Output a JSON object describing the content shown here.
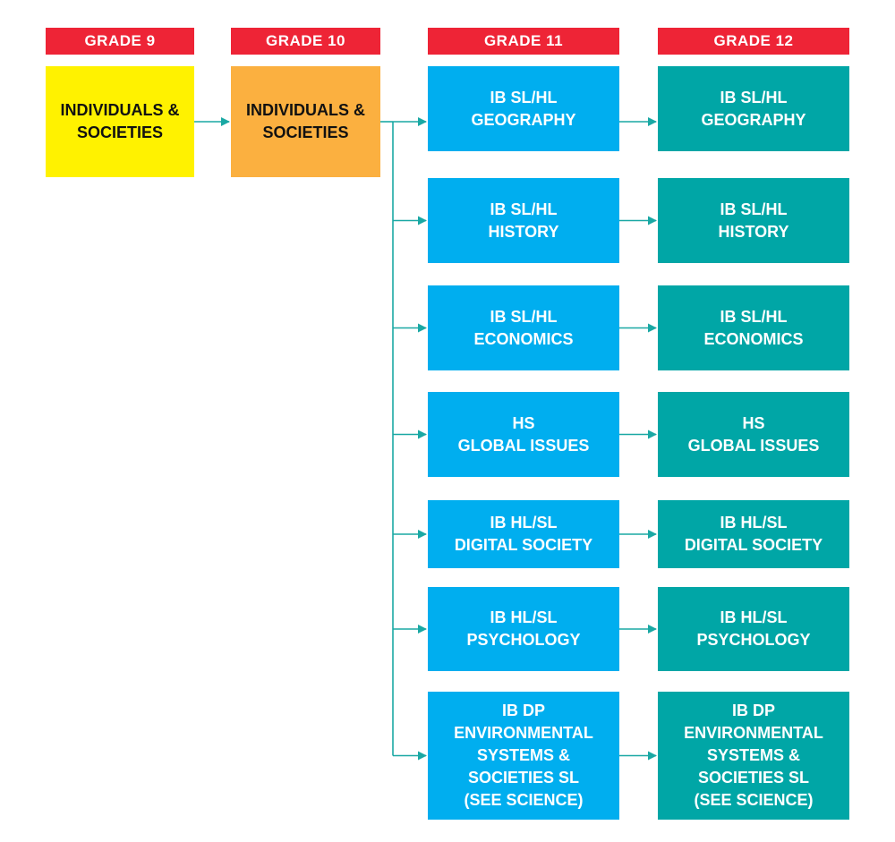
{
  "headers": {
    "grade9": "GRADE 9",
    "grade10": "GRADE 10",
    "grade11": "GRADE 11",
    "grade12": "GRADE 12"
  },
  "grade9_box": [
    "INDIVIDUALS &",
    "SOCIETIES"
  ],
  "grade10_box": [
    "INDIVIDUALS &",
    "SOCIETIES"
  ],
  "courses": [
    {
      "lines": [
        "IB SL/HL",
        "GEOGRAPHY"
      ]
    },
    {
      "lines": [
        "IB SL/HL",
        "HISTORY"
      ]
    },
    {
      "lines": [
        "IB SL/HL",
        "ECONOMICS"
      ]
    },
    {
      "lines": [
        "HS",
        "GLOBAL ISSUES"
      ]
    },
    {
      "lines": [
        "IB HL/SL",
        "DIGITAL SOCIETY"
      ]
    },
    {
      "lines": [
        "IB HL/SL",
        "PSYCHOLOGY"
      ]
    },
    {
      "lines": [
        "IB DP",
        "ENVIRONMENTAL",
        "SYSTEMS &",
        "SOCIETIES SL",
        "(SEE SCIENCE)"
      ]
    }
  ],
  "colors": {
    "header_red": "#ee2436",
    "grade9_yellow": "#fff200",
    "grade10_orange": "#fbb040",
    "grade11_blue": "#00aeef",
    "grade12_teal": "#00a6a6",
    "connector": "#1aa8a4"
  }
}
